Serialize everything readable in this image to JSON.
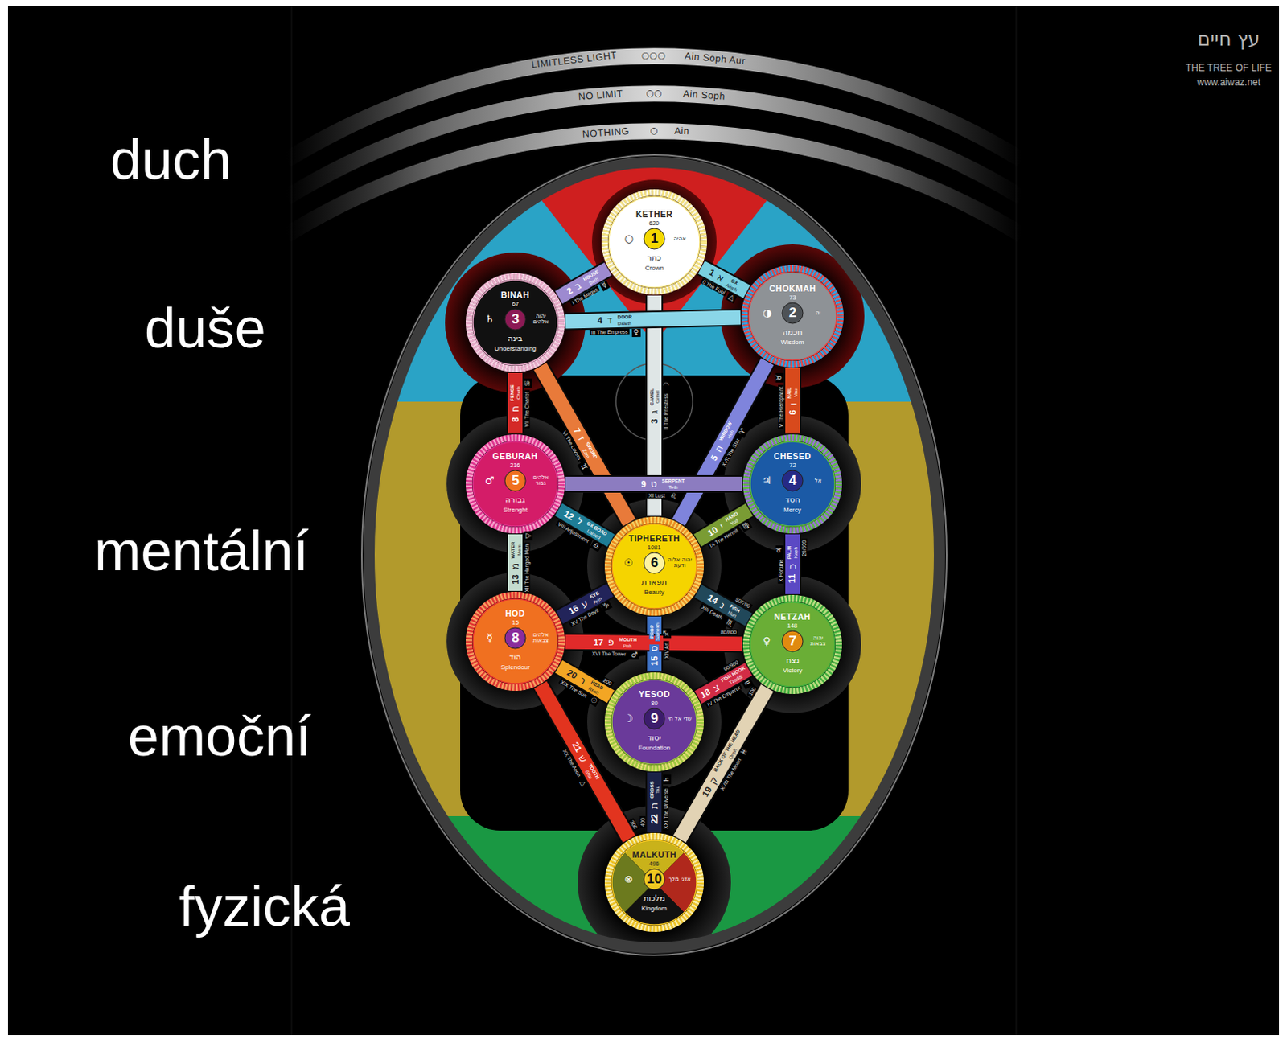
{
  "diagram": {
    "nodes": [
      {
        "text": [
          "KETHER",
          "620",
          "1",
          "○",
          "כתר",
          "Crown",
          "אהיה"
        ]
      },
      {
        "text": [
          "BINAH",
          "67",
          "3",
          "♄",
          "בינה",
          "Understanding",
          "יהוה אלהים"
        ]
      },
      {
        "text": [
          "CHOKMAH",
          "73",
          "2",
          "◑",
          "חכמה",
          "Wisdom",
          "יה"
        ]
      },
      {
        "text": [
          "GEBURAH",
          "216",
          "5",
          "♂",
          "גבורה",
          "Strenght",
          "אלהים גבור"
        ]
      },
      {
        "text": [
          "CHESED",
          "72",
          "4",
          "♃",
          "חסד",
          "Mercy",
          "אל"
        ]
      },
      {
        "text": [
          "TIPHERETH",
          "1081",
          "6",
          "☉",
          "תפארת",
          "Beauty",
          "יהוה אלוה ודעת"
        ]
      },
      {
        "text": [
          "HOD",
          "15",
          "8",
          "☿",
          "הוד",
          "Splendour",
          "אלהים צבאות"
        ]
      },
      {
        "text": [
          "NETZAH",
          "148",
          "7",
          "♀",
          "נצח",
          "Victory",
          "יהוה צבאות"
        ]
      },
      {
        "text": [
          "YESOD",
          "80",
          "9",
          "☽",
          "יסוד",
          "Foundation",
          "שדי אל חי"
        ]
      },
      {
        "text": [
          "MALKUTH",
          "496",
          "10",
          "⊗",
          "מלכות",
          "Kingdom",
          "אדני מלך"
        ]
      }
    ],
    "edges": [
      {
        "from": 0,
        "to": 2,
        "arrow": "none",
        "label": "1"
      },
      {
        "from": 0,
        "to": 1,
        "arrow": "none",
        "label": "2"
      },
      {
        "from": 0,
        "to": 5,
        "arrow": "none",
        "label": "3"
      },
      {
        "from": 2,
        "to": 1,
        "arrow": "none",
        "label": "4"
      },
      {
        "from": 2,
        "to": 5,
        "arrow": "none",
        "label": "5"
      },
      {
        "from": 2,
        "to": 4,
        "arrow": "none",
        "label": "6"
      },
      {
        "from": 1,
        "to": 5,
        "arrow": "none",
        "label": "7"
      },
      {
        "from": 1,
        "to": 3,
        "arrow": "none",
        "label": "8"
      },
      {
        "from": 4,
        "to": 3,
        "arrow": "none",
        "label": "9"
      },
      {
        "from": 4,
        "to": 5,
        "arrow": "none",
        "label": "10"
      },
      {
        "from": 4,
        "to": 7,
        "arrow": "none",
        "label": "11"
      },
      {
        "from": 3,
        "to": 5,
        "arrow": "none",
        "label": "12"
      },
      {
        "from": 3,
        "to": 6,
        "arrow": "none",
        "label": "13"
      },
      {
        "from": 5,
        "to": 7,
        "arrow": "none",
        "label": "14"
      },
      {
        "from": 5,
        "to": 8,
        "arrow": "none",
        "label": "15"
      },
      {
        "from": 5,
        "to": 6,
        "arrow": "none",
        "label": "16"
      },
      {
        "from": 7,
        "to": 6,
        "arrow": "none",
        "label": "17"
      },
      {
        "from": 7,
        "to": 8,
        "arrow": "none",
        "label": "18"
      },
      {
        "from": 7,
        "to": 9,
        "arrow": "none",
        "label": "19"
      },
      {
        "from": 6,
        "to": 8,
        "arrow": "none",
        "label": "20"
      },
      {
        "from": 6,
        "to": 9,
        "arrow": "none",
        "label": "21"
      },
      {
        "from": 8,
        "to": 9,
        "arrow": "none",
        "label": "22"
      }
    ],
    "labels": [
      "duch",
      "duše",
      "mentální",
      "emoční",
      "fyzická",
      "עץ חיים",
      "THE TREE OF LIFE",
      "www.aiwaz.net",
      "LIMITLESS LIGHT",
      "○○○",
      "Ain Soph Aur",
      "NO LIMIT",
      "○○",
      "Ain Soph",
      "NOTHING",
      "○",
      "Ain",
      "א",
      "OX",
      "Aleph",
      "0 The Fool",
      "△",
      "ב",
      "HOUSE",
      "Beth",
      "I The Magus",
      "☿",
      "ג",
      "CAMEL",
      "Gimel",
      "II The Priestess",
      "☽",
      "ד",
      "DOOR",
      "Daleth",
      "III The Empress",
      "♀",
      "ה",
      "WINDOW",
      "Heh",
      "XVII The Star",
      "♈",
      "ו",
      "NAIL",
      "Vau",
      "V The Hierophant",
      "♉",
      "ז",
      "SWORD",
      "Zain",
      "VI The Lovers",
      "♊",
      "ח",
      "FENCE",
      "Cheth",
      "VII The Chariot",
      "♋",
      "ט",
      "SERPENT",
      "Teth",
      "XI Lust",
      "♌",
      "י",
      "HAND",
      "Yod",
      "IX The Hermit",
      "♍",
      "כ",
      "PALM",
      "Kaph",
      "X Fortune",
      "♃",
      "20/500",
      "ל",
      "OX GOAD",
      "Lamed",
      "VIII Adjustment",
      "♎",
      "מ",
      "WATER",
      "Mem",
      "XII The Hanged Man",
      "▽",
      "נ",
      "FISH",
      "Nun",
      "XIII Death",
      "♏",
      "50/700",
      "ס",
      "PROP",
      "Samekh",
      "XIV Art",
      "♐",
      "ע",
      "EYE",
      "Ayin",
      "XV The Devil",
      "♑",
      "פ",
      "MOUTH",
      "Peh",
      "XVI The Tower",
      "♂",
      "80/800",
      "צ",
      "FISH HOOK",
      "Tzaddi",
      "IV The Emperor",
      "♒",
      "90/900",
      "ק",
      "BACK OF THE HEAD",
      "Qoph",
      "XVIII The Moon",
      "♓",
      "100",
      "ר",
      "HEAD",
      "Resh",
      "XIX The Sun",
      "☉",
      "200",
      "ש",
      "TOOTH",
      "Shin",
      "XX The Aeon",
      "△",
      "300",
      "ת",
      "CROSS",
      "Tau",
      "XXI The Universe",
      "♄",
      "400"
    ]
  }
}
